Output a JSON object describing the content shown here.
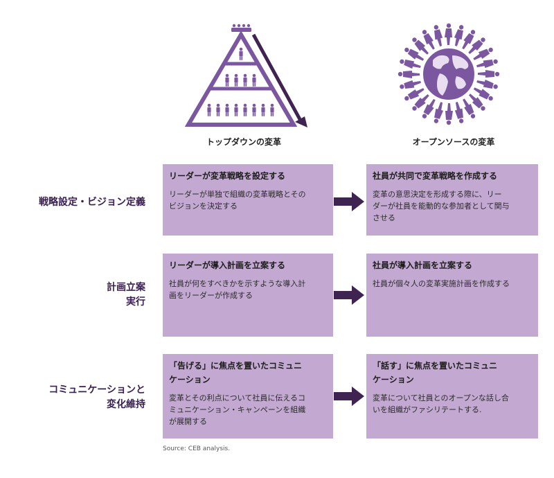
{
  "columns": {
    "left_title": "トップダウンの変革",
    "right_title": "オープンソースの変革"
  },
  "rows": [
    {
      "label_lines": [
        "戦略設定・ビジョン定義"
      ],
      "left": {
        "title_lines": [
          "リーダーが変革戦略を設定する"
        ],
        "body_lines": [
          "リーダーが単独で組織の変革戦略とその",
          "ビジョンを決定する"
        ]
      },
      "right": {
        "title_lines": [
          "社員が共同で変革戦略を作成する"
        ],
        "body_lines": [
          "変革の意思決定を形成する際に、リー",
          "ダーが社員を能動的な参加者として関与",
          "させる"
        ]
      }
    },
    {
      "label_lines": [
        "計画立案",
        "実行"
      ],
      "left": {
        "title_lines": [
          "リーダーが導入計画を立案する"
        ],
        "body_lines": [
          "社員が何をすべきかを示すような導入計",
          "画をリーダーが作成する"
        ]
      },
      "right": {
        "title_lines": [
          "社員が導入計画を立案する"
        ],
        "body_lines": [
          "社員が個々人の変革実施計画を作成する"
        ]
      }
    },
    {
      "label_lines": [
        "コミュニケーションと",
        "変化維持"
      ],
      "left": {
        "title_lines": [
          "「告げる」に焦点を置いたコミュニ",
          "ケーション"
        ],
        "body_lines": [
          "変革とその利点について社員に伝えるコ",
          "ミュニケーション・キャンペーンを組織",
          "が展開する"
        ]
      },
      "right": {
        "title_lines": [
          "「話す」に焦点を置いたコミュニ",
          "ケーション"
        ],
        "body_lines": [
          "変革について社員とのオープンな話し合",
          "いを組織がファシリテートする."
        ]
      }
    }
  ],
  "source": "Source: CEB analysis.",
  "colors": {
    "box_fill": "#c3a9d1",
    "arrow": "#3f2452",
    "icon_purple": "#7b57a0",
    "label_text": "#3a2050"
  },
  "icons": [
    "pyramid-hierarchy-icon",
    "globe-people-circle-icon",
    "right-arrow-icon"
  ]
}
